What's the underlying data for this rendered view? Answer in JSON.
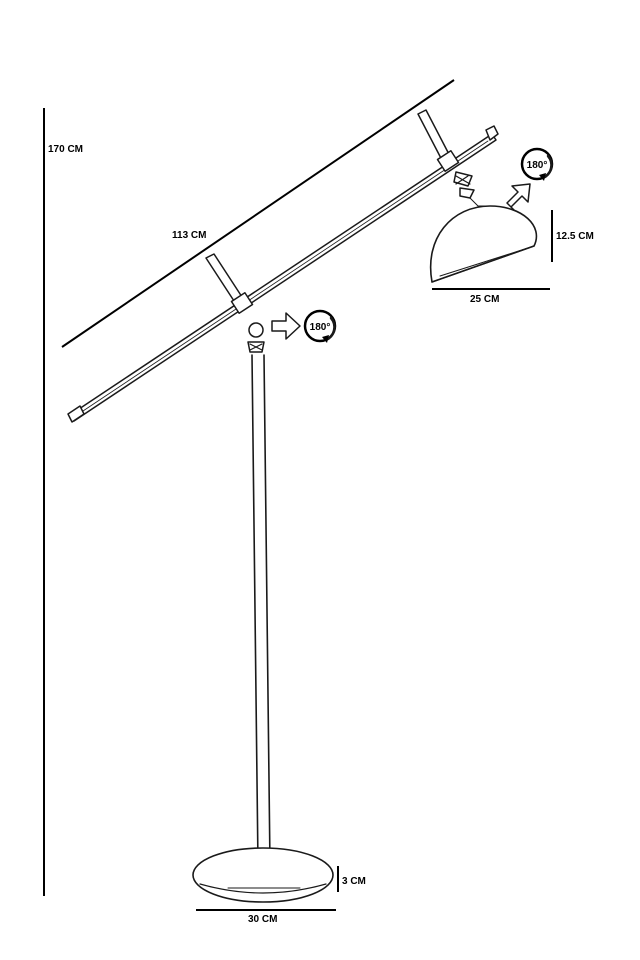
{
  "dimensions": {
    "total_height": "170 CM",
    "arm_length": "113 CM",
    "shade_height": "12.5 CM",
    "shade_diameter": "25 CM",
    "base_height": "3 CM",
    "base_diameter": "30 CM"
  },
  "rotations": {
    "shade": "180°",
    "arm": "180°"
  },
  "colors": {
    "ink": "#1a1a1a",
    "background": "#ffffff"
  }
}
